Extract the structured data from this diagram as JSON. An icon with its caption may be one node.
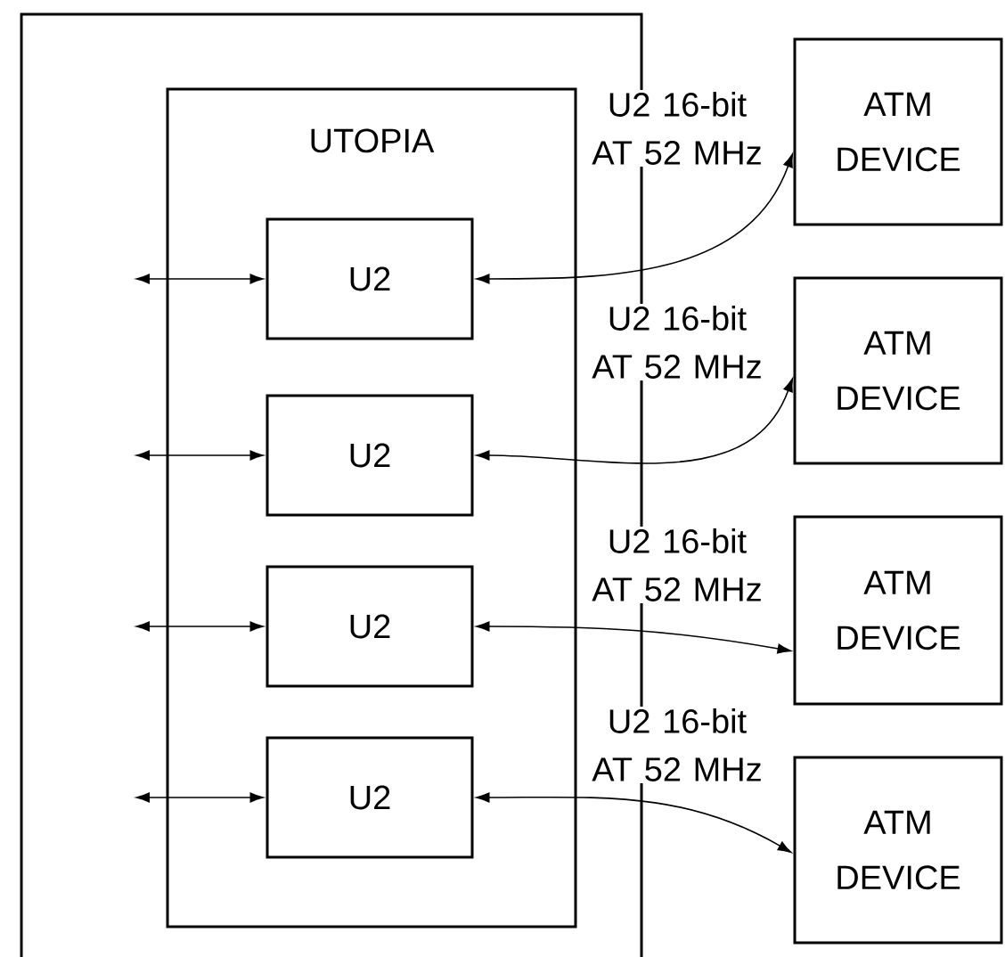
{
  "diagram": {
    "nodes": [
      {
        "text": [],
        "shape": "box"
      },
      {
        "text": [
          "UTOPIA"
        ],
        "in": 0
      },
      {
        "text": [
          "U2"
        ],
        "in": 1
      },
      {
        "text": [
          "U2"
        ],
        "in": 1
      },
      {
        "text": [
          "U2"
        ],
        "in": 1
      },
      {
        "text": [
          "U2"
        ],
        "in": 1
      },
      {
        "text": [
          "ATM DEVICE"
        ]
      },
      {
        "text": [
          "ATM DEVICE"
        ]
      },
      {
        "text": [
          "ATM DEVICE"
        ]
      },
      {
        "text": [
          "ATM DEVICE"
        ]
      }
    ],
    "edges": [
      {
        "from": 2,
        "to": 6,
        "arrow": "both",
        "label": "U2 16-bit AT 52 MHz"
      },
      {
        "from": 3,
        "to": 7,
        "arrow": "both",
        "label": "U2 16-bit AT 52 MHz"
      },
      {
        "from": 4,
        "to": 8,
        "arrow": "both",
        "label": "U2 16-bit AT 52 MHz"
      },
      {
        "from": 5,
        "to": 9,
        "arrow": "both",
        "label": "U2 16-bit AT 52 MHz"
      },
      {
        "from": null,
        "to": 2,
        "arrow": "both"
      },
      {
        "from": null,
        "to": 3,
        "arrow": "both"
      },
      {
        "from": null,
        "to": 4,
        "arrow": "both"
      },
      {
        "from": null,
        "to": 5,
        "arrow": "both"
      }
    ]
  }
}
